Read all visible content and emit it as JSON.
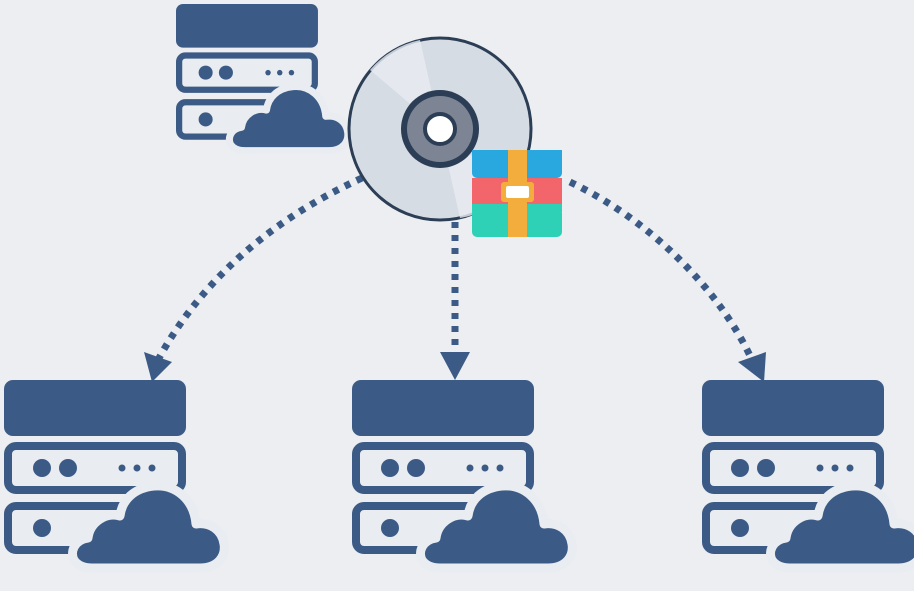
{
  "colors": {
    "background": "#eceef1",
    "server": "#3b5b86",
    "server_panel_fill": "#e9ecf1",
    "disc": "#d6dce4",
    "disc_ring": "#2c3e55",
    "disc_hub": "#7d8594",
    "archive_blue": "#29a8e0",
    "archive_red": "#f2656b",
    "archive_teal": "#2fd1b6",
    "archive_strap": "#f2ad3c"
  },
  "nodes": [
    {
      "id": "source-server",
      "icon": "cloud-server-icon"
    },
    {
      "id": "install-disc",
      "icon": "cd-disc-icon"
    },
    {
      "id": "archive-package",
      "icon": "archive-icon"
    },
    {
      "id": "target-server-left",
      "icon": "cloud-server-icon"
    },
    {
      "id": "target-server-center",
      "icon": "cloud-server-icon"
    },
    {
      "id": "target-server-right",
      "icon": "cloud-server-icon"
    }
  ],
  "connections": [
    {
      "from": "install-disc",
      "to": "target-server-left",
      "style": "dotted-arrow"
    },
    {
      "from": "install-disc",
      "to": "target-server-center",
      "style": "dotted-arrow"
    },
    {
      "from": "install-disc",
      "to": "target-server-right",
      "style": "dotted-arrow"
    }
  ]
}
